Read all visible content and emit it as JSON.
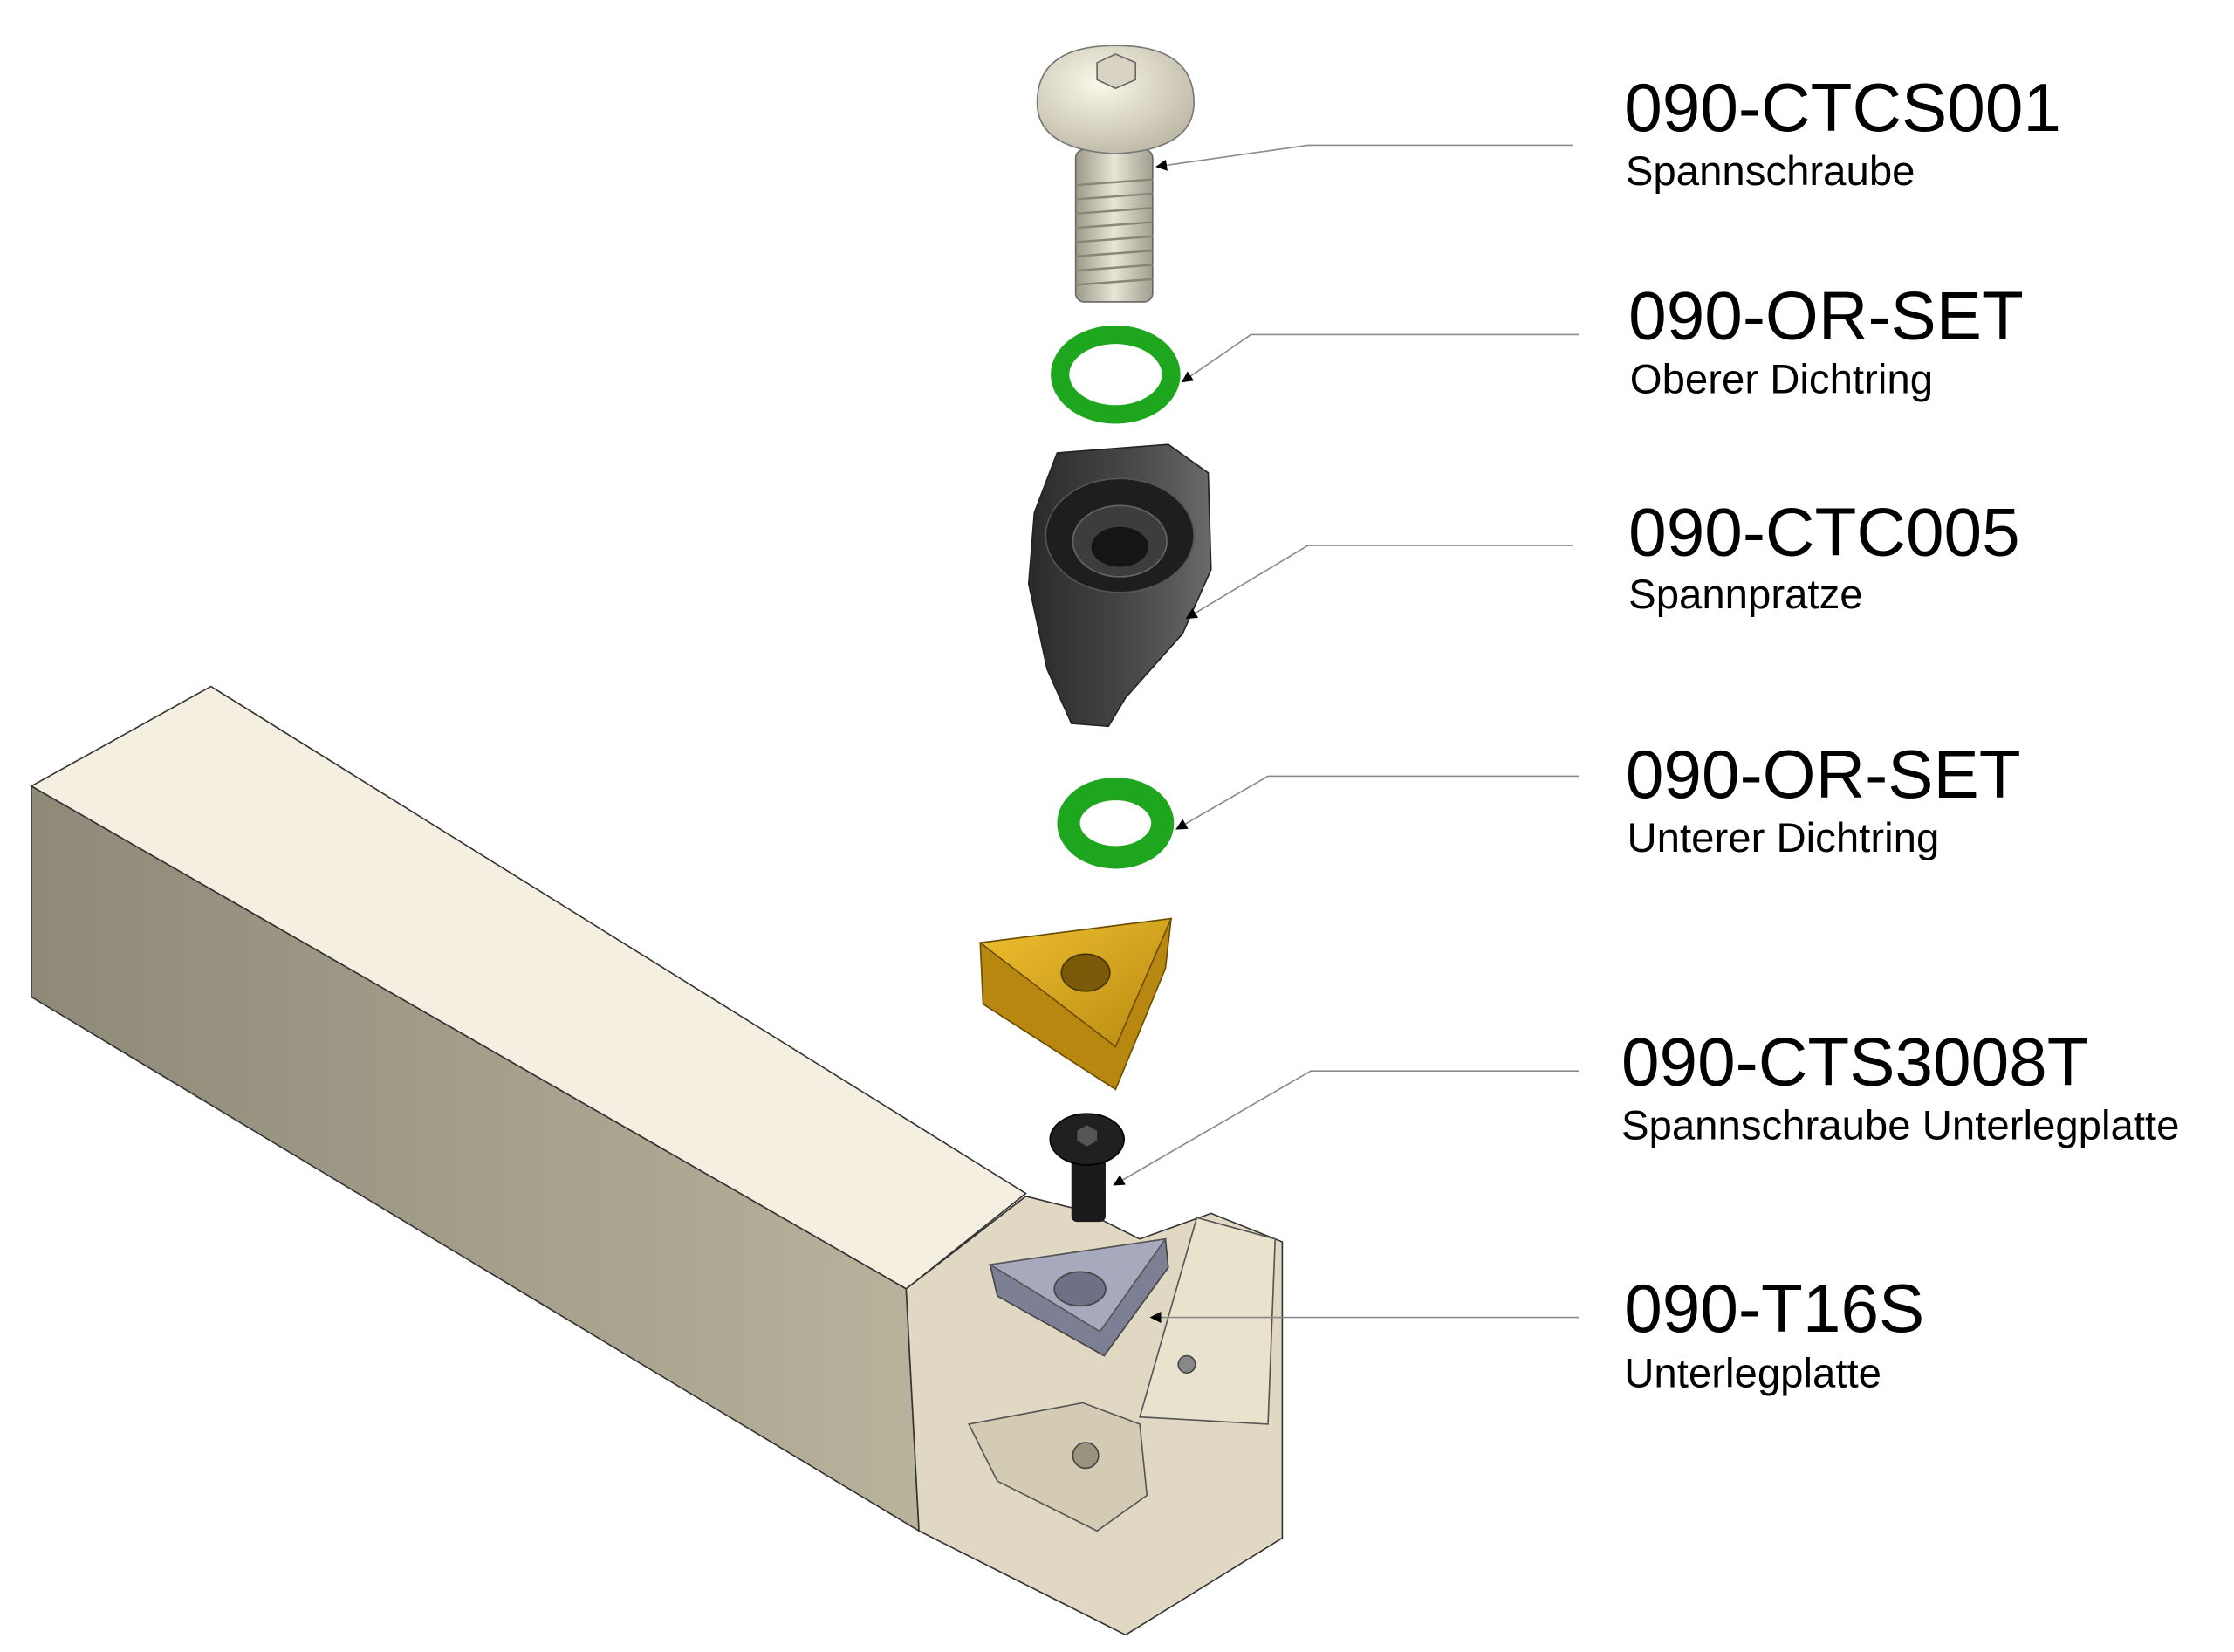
{
  "colors": {
    "holder": "#e4dcc6",
    "ring": "#1fa61f",
    "insert": "#d6a21c",
    "clamp": "#3a3a3a",
    "shim": "#9a9cb0"
  },
  "parts": [
    {
      "number": "090-CTCS001",
      "name": "Spannschraube"
    },
    {
      "number": "090-OR-SET",
      "name": "Oberer Dichtring"
    },
    {
      "number": "090-CTC005",
      "name": "Spannpratze"
    },
    {
      "number": "090-OR-SET",
      "name": "Unterer Dichtring"
    },
    {
      "number": "090-CTS3008T",
      "name": "Spannschraube Unterlegplatte"
    },
    {
      "number": "090-T16S",
      "name": "Unterlegplatte"
    }
  ]
}
